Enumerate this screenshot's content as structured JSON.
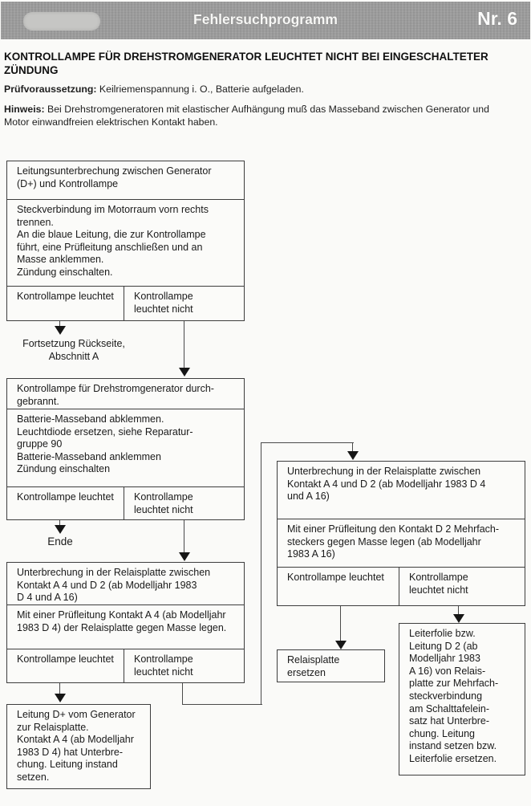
{
  "header": {
    "program_label": "Fehlersuchprogramm",
    "number": "Nr. 6",
    "bar_color": "#9d9d9d",
    "text_color": "#f7f7f5"
  },
  "title": "KONTROLLAMPE FÜR DREHSTROMGENERATOR LEUCHTET NICHT BEI EINGESCHALTETER\nZÜNDUNG",
  "precondition": {
    "label": "Prüfvoraussetzung:",
    "text": "Keilriemenspannung i. O., Batterie aufgeladen."
  },
  "note": {
    "label": "Hinweis:",
    "text": "Bei Drehstromgeneratoren mit elastischer Aufhängung muß das Masseband zwischen Generator und\nMotor einwandfreien elektrischen Kontakt haben."
  },
  "flow": {
    "labels": {
      "lamp_on": "Kontrollampe leuchtet",
      "lamp_off": "Kontrollampe\nleuchtet nicht"
    },
    "left": {
      "problem1": "Leitungsunterbrechung zwischen Generator\n(D+) und Kontrollampe",
      "action1": "Steckverbindung im Motorraum vorn rechts\ntrennen.\nAn die blaue Leitung, die zur Kontrollampe\nführt, eine Prüfleitung anschließen und an\nMasse anklemmen.\nZündung einschalten.",
      "continuation": "Fortsetzung Rückseite,\nAbschnitt A",
      "problem2": "Kontrollampe für Drehstromgenerator durch-\ngebrannt.",
      "action2": "Batterie-Masseband abklemmen.\nLeuchtdiode ersetzen, siehe Reparatur-\ngruppe 90\nBatterie-Masseband anklemmen\nZündung einschalten",
      "end_label": "Ende",
      "problem3": "Unterbrechung in der Relaisplatte zwischen\nKontakt A 4 und D 2 (ab Modelljahr 1983\nD 4 und A 16)",
      "action3": "Mit einer Prüfleitung Kontakt A 4 (ab Modelljahr\n1983 D 4) der Relaisplatte gegen Masse legen.",
      "fix_wire": "Leitung D+ vom Generator\nzur Relaisplatte.\nKontakt A 4 (ab Modelljahr\n1983 D 4) hat Unterbre-\nchung. Leitung instand\nsetzen."
    },
    "right": {
      "problem": "Unterbrechung in der Relaisplatte zwischen\nKontakt A 4 und D 2 (ab Modelljahr 1983  D 4\nund A 16)",
      "action": "Mit einer Prüfleitung den Kontakt D 2 Mehrfach-\nsteckers gegen Masse legen (ab Modelljahr\n1983  A 16)",
      "fix_relay": "Relaisplatte\nersetzen",
      "fix_foil": "Leiterfolie bzw.\nLeitung D 2 (ab\nModelljahr 1983\nA 16) von Relais-\nplatte zur Mehrfach-\nsteckverbindung\nam Schalttafelein-\nsatz hat Unterbre-\nchung. Leitung\ninstand setzen bzw.\nLeiterfolie ersetzen."
    }
  }
}
